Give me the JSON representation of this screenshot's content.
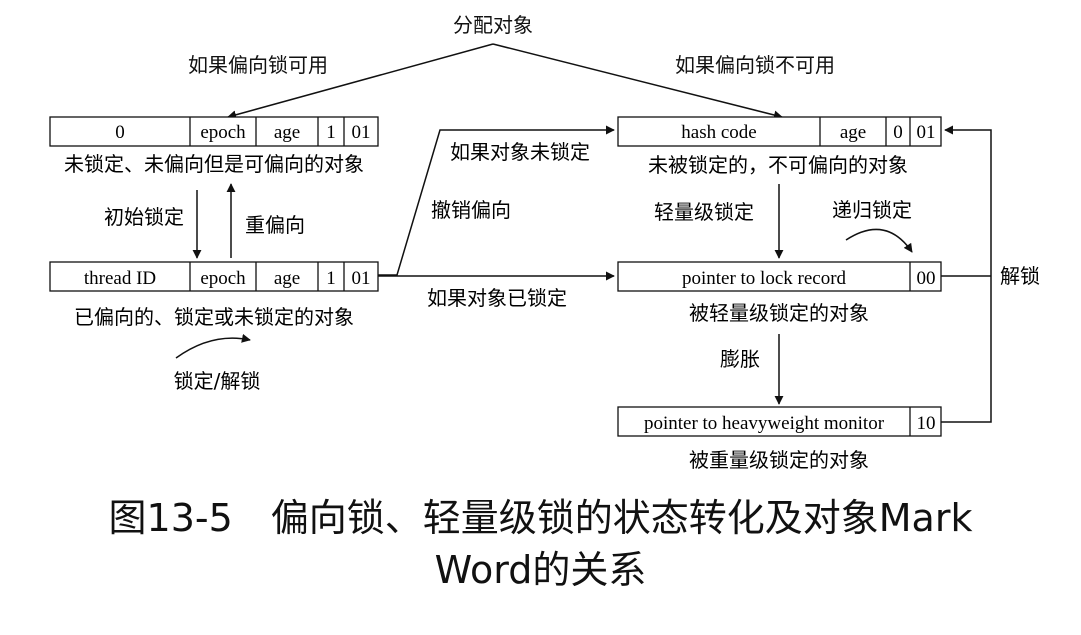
{
  "top_label": "分配对象",
  "branch_left": "如果偏向锁可用",
  "branch_right": "如果偏向锁不可用",
  "unlocked_biasable": {
    "cells": [
      "0",
      "epoch",
      "age",
      "1",
      "01"
    ],
    "caption": "未锁定、未偏向但是可偏向的对象"
  },
  "biased": {
    "cells": [
      "thread ID",
      "epoch",
      "age",
      "1",
      "01"
    ],
    "caption": "已偏向的、锁定或未锁定的对象"
  },
  "unlocked_nonbiasable": {
    "cells": [
      "hash code",
      "age",
      "0",
      "01"
    ],
    "caption": "未被锁定的，不可偏向的对象"
  },
  "lightweight": {
    "cells": [
      "pointer to lock record",
      "00"
    ],
    "caption": "被轻量级锁定的对象"
  },
  "heavyweight": {
    "cells": [
      "pointer to heavyweight monitor",
      "10"
    ],
    "caption": "被重量级锁定的对象"
  },
  "edges": {
    "init_lock": "初始锁定",
    "rebias": "重偏向",
    "lock_unlock": "锁定/解锁",
    "if_unlocked": "如果对象未锁定",
    "revoke_bias": "撤销偏向",
    "if_locked": "如果对象已锁定",
    "lightweight_lock": "轻量级锁定",
    "recursive_lock": "递归锁定",
    "inflate": "膨胀",
    "unlock": "解锁"
  },
  "caption": {
    "line1": "图13-5　偏向锁、轻量级锁的状态转化及对象Mark",
    "line2": "Word的关系"
  }
}
